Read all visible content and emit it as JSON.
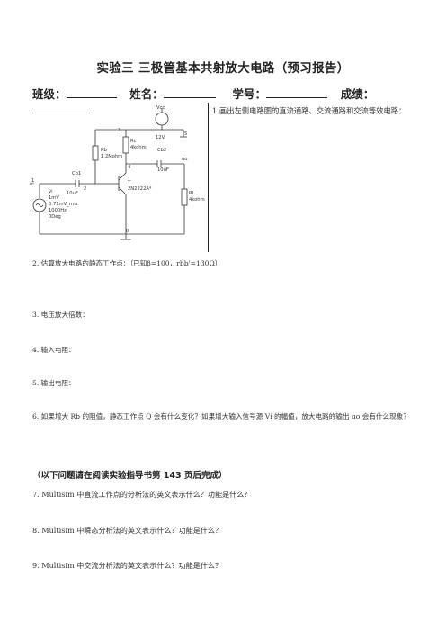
{
  "title": "实验三  三极管基本共射放大电路（预习报告）",
  "info": {
    "class_label": "班级：",
    "name_label": "姓名：",
    "id_label": "学号：",
    "score_label": "成绩："
  },
  "circuit": {
    "vcc_label": "Vcc",
    "vcc_value": "12V",
    "node3": "3",
    "node5": "5",
    "node4": "4",
    "node2": "2",
    "node1": "1",
    "node0": "0",
    "rb_name": "Rb",
    "rb_value": "1.2Mohm",
    "rc_name": "Rc",
    "rc_value": "4kohm",
    "cb2_name": "Cb2",
    "cb2_value": "10uF",
    "uo_label": "uo",
    "cb1_name": "Cb1",
    "cb1_value": "10uF",
    "t_name": "T",
    "t_model": "2N2222A*",
    "rl_name": "RL",
    "rl_value": "4kohm",
    "ui_label": "ui",
    "vi_name": "vi",
    "vi_amp": "1mV",
    "vi_rms": "0.71mV_rms",
    "vi_freq": "1000Hz",
    "vi_phase": "0Deg"
  },
  "questions": {
    "q1": "1.画出左侧电路图的直流通路、交流通路和交流等效电路：",
    "q2": "2.  估算放大电路的静态工作点：（已知β=100，rbb'=130Ω）",
    "q3": "3.  电压放大倍数：",
    "q4": "4.  输入电阻：",
    "q5": "5.  输出电阻：",
    "q6": "6.  如果增大 Rb 的阻值，静态工作点 Q 会有什么变化？如果增大输入信号源 Vi 的幅值，放大电路的输出 uo 会有什么现象？",
    "note": "（以下问题请在阅读实验指导书第 143 页后完成）",
    "q7": "7. Multisim 中直流工作点的分析法的英文表示什么？功能是什么？",
    "q8": "8. Multisim 中瞬态分析法的英文表示什么？功能是什么？",
    "q9": "9. Multisim 中交流分析法的英文表示什么？功能是什么？"
  }
}
